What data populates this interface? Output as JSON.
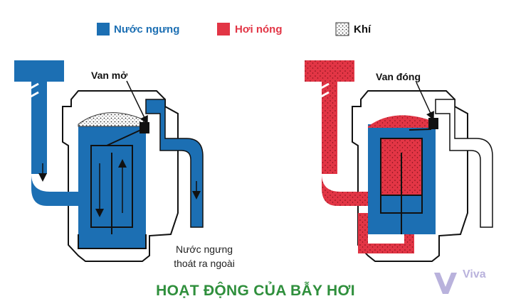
{
  "legend": {
    "condensate": {
      "label": "Nước ngưng",
      "color": "#1c6fb3"
    },
    "steam": {
      "label": "Hơi nóng",
      "color": "#e23545"
    },
    "air": {
      "label": "Khí",
      "pattern": "dots"
    }
  },
  "left_panel": {
    "valve_label": "Van mở",
    "outlet_note_line1": "Nước ngưng",
    "outlet_note_line2": "thoát ra ngoài"
  },
  "right_panel": {
    "valve_label": "Van đóng"
  },
  "title": "HOẠT ĐỘNG CỦA BẪY HƠI",
  "brand": {
    "name": "Viva",
    "logo_icon": "viva-logo-icon"
  }
}
